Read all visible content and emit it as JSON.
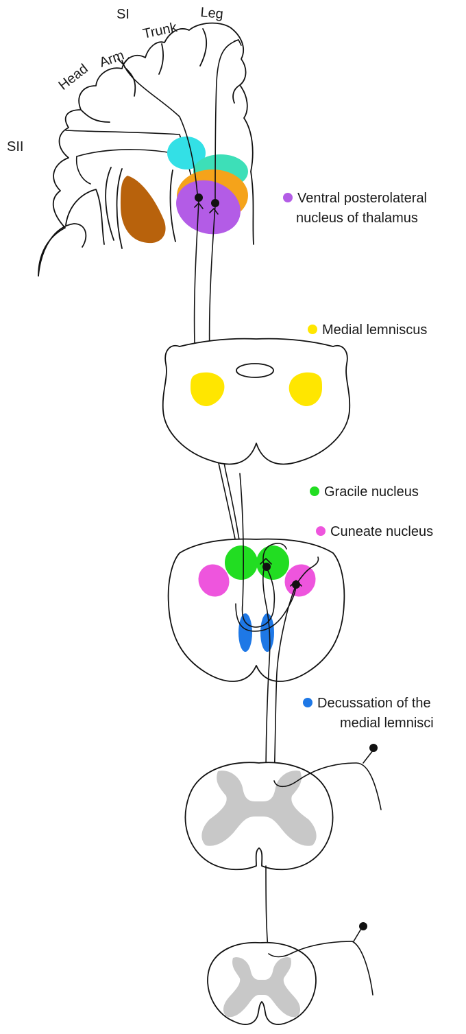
{
  "cortex_labels": {
    "si": "SI",
    "sii": "SII",
    "head": "Head",
    "arm": "Arm",
    "trunk": "Trunk",
    "leg": "Leg"
  },
  "legend": [
    {
      "key": "vpl",
      "text_lines": [
        "Ventral posterolateral",
        "nucleus of thalamus"
      ],
      "color": "#b35ce6"
    },
    {
      "key": "medial_lemniscus",
      "text_lines": [
        "Medial lemniscus"
      ],
      "color": "#ffe600"
    },
    {
      "key": "gracile",
      "text_lines": [
        "Gracile nucleus"
      ],
      "color": "#22dd22"
    },
    {
      "key": "cuneate",
      "text_lines": [
        "Cuneate nucleus"
      ],
      "color": "#ee55dd"
    },
    {
      "key": "decussation",
      "text_lines": [
        "Decussation of the",
        "medial lemnisci"
      ],
      "color": "#1e78e6"
    }
  ],
  "colors": {
    "thalamus_cyan": "#33e0e6",
    "thalamus_teal": "#3ddfb8",
    "thalamus_orange": "#f5a31a",
    "thalamus_purple": "#b35ce6",
    "basal_ganglia_brown": "#b8620c",
    "medial_lemniscus_yellow": "#ffe600",
    "gracile_green": "#22dd22",
    "cuneate_pink": "#ee55dd",
    "decussation_blue": "#1e78e6",
    "gray_matter": "#c8c8c8"
  }
}
